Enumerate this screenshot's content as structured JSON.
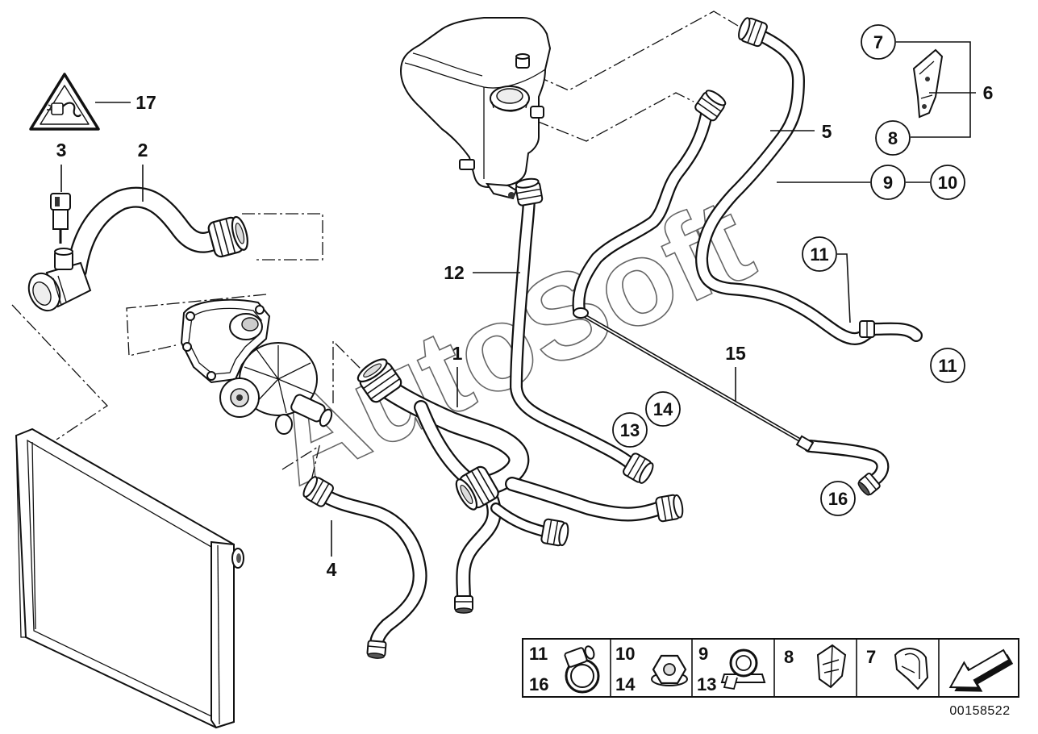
{
  "diagram": {
    "callouts": {
      "c1": "1",
      "c2": "2",
      "c3": "3",
      "c4": "4",
      "c5": "5",
      "c6": "6",
      "c7": "7",
      "c8": "8",
      "c9": "9",
      "c10": "10",
      "c11a": "11",
      "c11b": "11",
      "c12": "12",
      "c13": "13",
      "c14": "14",
      "c15": "15",
      "c16": "16",
      "c17": "17"
    },
    "watermark": "AutoSoft",
    "warning_icon": "hot-coolant-warning-icon"
  },
  "legend": {
    "cells": [
      {
        "top": "11",
        "bottom": "16",
        "icon": "hose-clamp-icon"
      },
      {
        "top": "10",
        "bottom": "14",
        "icon": "hex-nut-icon"
      },
      {
        "top": "9",
        "bottom": "13",
        "icon": "pipe-clip-icon"
      },
      {
        "top": "8",
        "icon": "spring-clip-icon"
      },
      {
        "top": "7",
        "icon": "retaining-clip-icon"
      },
      {
        "icon": "next-page-arrow-icon"
      }
    ]
  },
  "footer": {
    "diagram_number": "00158522"
  }
}
